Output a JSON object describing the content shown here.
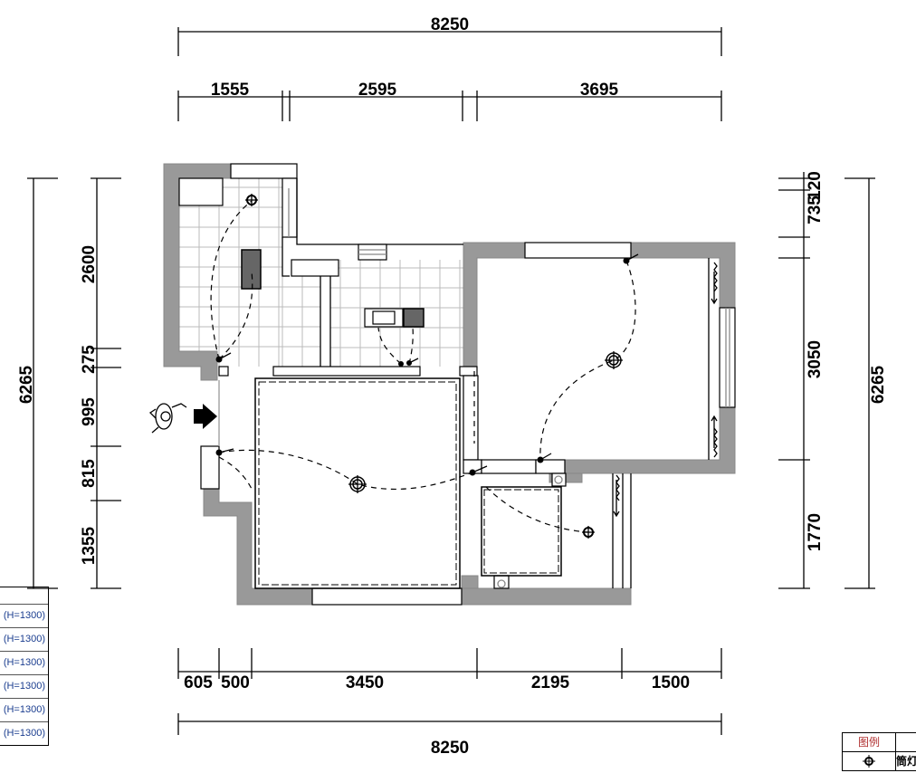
{
  "dimensions": {
    "top_total": "8250",
    "top_segments": [
      "1555",
      "2595",
      "3695"
    ],
    "left_total": "6265",
    "left_segments": [
      "2600",
      "275",
      "995",
      "815",
      "1355"
    ],
    "right_total": "6265",
    "right_segments": [
      "735",
      "120",
      "3050",
      "1770"
    ],
    "bottom_segments": [
      "605",
      "500",
      "3450",
      "2195",
      "1500"
    ],
    "bottom_total": "8250"
  },
  "switch_table": {
    "rows": [
      "(H=1300)",
      "(H=1300)",
      "(H=1300)",
      "(H=1300)",
      "(H=1300)",
      "(H=1300)"
    ]
  },
  "legend": {
    "header": "图例",
    "rows": [
      {
        "icon": "downlight-icon",
        "label": "筒灯"
      }
    ]
  },
  "colors": {
    "wall": "#999999",
    "legend_header": "#b03030",
    "table_text": "#1a3d8f"
  }
}
